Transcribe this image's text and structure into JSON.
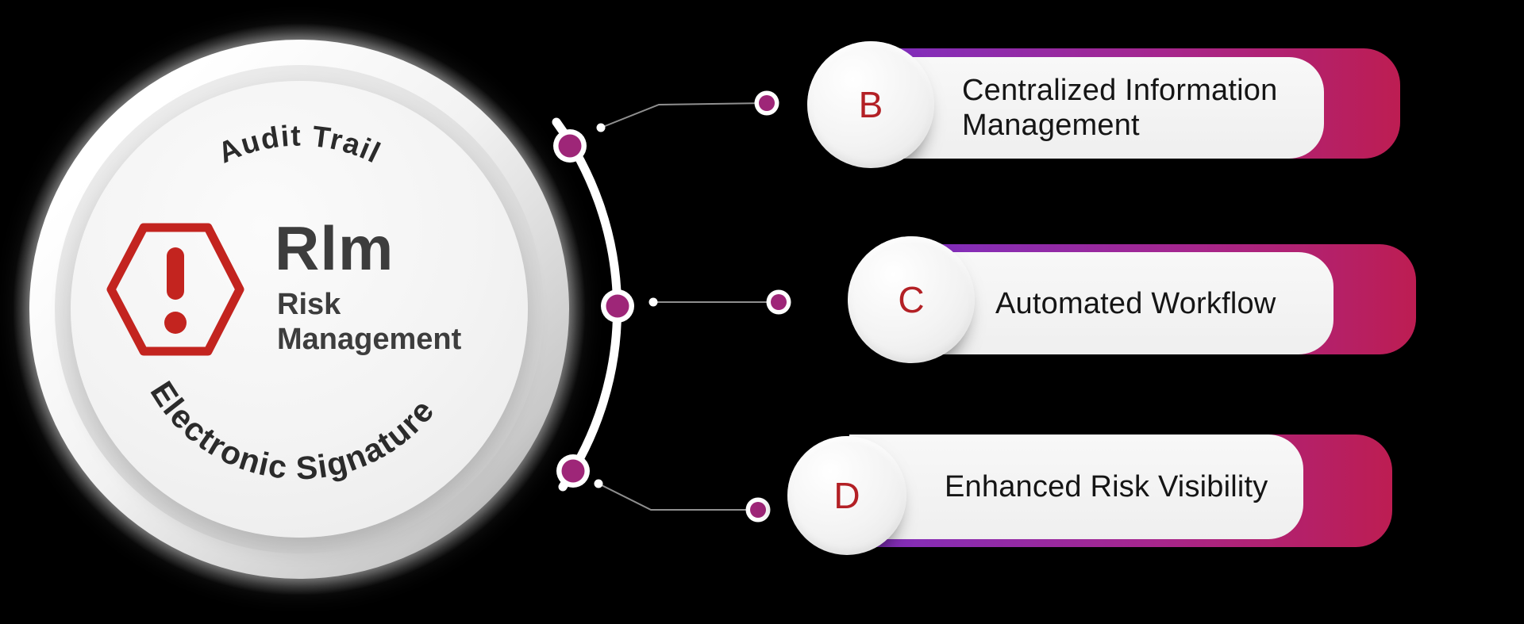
{
  "hub": {
    "top_curved_label": "Audit Trail",
    "bottom_curved_label": "Electronic Signature",
    "abbr": "Rlm",
    "subtitle": "Risk Management",
    "icon": "warning-hexagon-icon",
    "icon_color": "#C3241F",
    "text_color": "#3D3D3D"
  },
  "items": [
    {
      "id": "b",
      "letter": "B",
      "label": "Centralized Information Management"
    },
    {
      "id": "c",
      "letter": "C",
      "label": "Automated Workflow"
    },
    {
      "id": "d",
      "letter": "D",
      "label": "Enhanced Risk Visibility"
    }
  ],
  "colors": {
    "background": "#000000",
    "card_gradient_start": "#7E2FC0",
    "card_gradient_mid": "#A6268E",
    "card_gradient_end": "#BD1D52",
    "badge_letter": "#B32025",
    "node_dot": "#9E2678",
    "connector_line": "#8F8F8F",
    "card_text": "#151515",
    "hub_arc": "#FFFFFF"
  }
}
